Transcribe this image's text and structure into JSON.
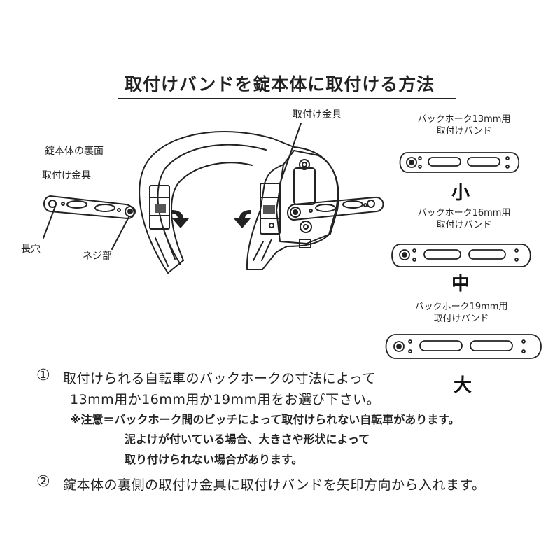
{
  "title": "取付けバンドを錠本体に取付ける方法",
  "main_labels": {
    "back_side": "錠本体の裏面",
    "bracket_left": "取付け金具",
    "bracket_top": "取付け金具",
    "slot": "長穴",
    "screw": "ネジ部"
  },
  "bands": [
    {
      "line1": "バックホーク13mm用",
      "line2": "取付けバンド",
      "size": "小"
    },
    {
      "line1": "バックホーク16mm用",
      "line2": "取付けバンド",
      "size": "中"
    },
    {
      "line1": "バックホーク19mm用",
      "line2": "取付けバンド",
      "size": "大"
    }
  ],
  "instructions": {
    "step1_num": "①",
    "step1_line1": "取付けられる自転車のバックホークの寸法によって",
    "step1_line2": "13mm用か16mm用か19mm用をお選び下さい。",
    "note_line1": "※注意＝バックホーク間のピッチによって取付けられない自転車があります。",
    "note_line2": "泥よけが付いている場合、大きさや形状によって",
    "note_line3": "取り付けられない場合があります。",
    "step2_num": "②",
    "step2_line1": "錠本体の裏側の取付け金具に取付けバンドを矢印方向から入れます。"
  }
}
